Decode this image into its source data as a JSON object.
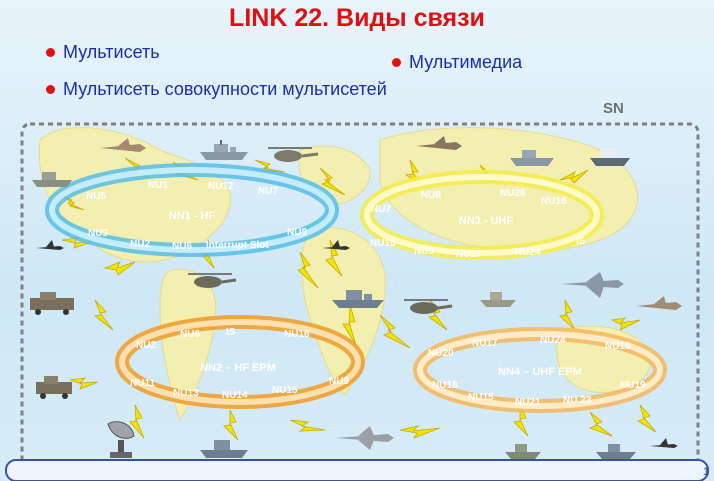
{
  "title": "LINK 22. Виды связи",
  "bullets": {
    "multinet": "Мультисеть",
    "multimedia": "Мультимедиа",
    "multinet_of_multinets": "Мультисеть совокупности мультисетей"
  },
  "supernet_label": "SN",
  "page_number": "1",
  "networks": {
    "nn1": {
      "name": "NN1 - HF",
      "nodes": [
        "NU5",
        "NU1",
        "NU12",
        "NU7",
        "NU3",
        "NU2",
        "NU6",
        "Interrupt Slot",
        "NU9"
      ]
    },
    "nn2": {
      "name": "NN2 – HF EPM",
      "nodes": [
        "NU2",
        "NU6",
        "IS",
        "NU16",
        "NU11",
        "NU13",
        "NU14",
        "NU15",
        "NU9"
      ]
    },
    "nn3": {
      "name": "NN3 - UHF",
      "nodes": [
        "NU7",
        "NU8",
        "NU26",
        "NU18",
        "NU16",
        "NU9",
        "NU17",
        "NU24",
        "IS"
      ]
    },
    "nn4": {
      "name": "NN4 – UHF EPM",
      "nodes": [
        "NU20",
        "NU17",
        "NU24",
        "NU10",
        "NU18",
        "NU15",
        "NU21",
        "NU 23",
        "NU19"
      ]
    }
  },
  "colors": {
    "title": "#e01010",
    "bullet_text": "#1a2db0",
    "nn1_ring": "#55bde8",
    "nn2_ring": "#f0a030",
    "nn3_ring": "#f4ec50",
    "nn4_ring": "#f5b75a",
    "lightning": "#f2e600",
    "supernet_border": "#808080"
  },
  "icons": [
    "ship-icon",
    "aircraft-icon",
    "helicopter-icon",
    "radar-antenna-icon",
    "ground-vehicle-icon",
    "lightning-link-icon"
  ]
}
